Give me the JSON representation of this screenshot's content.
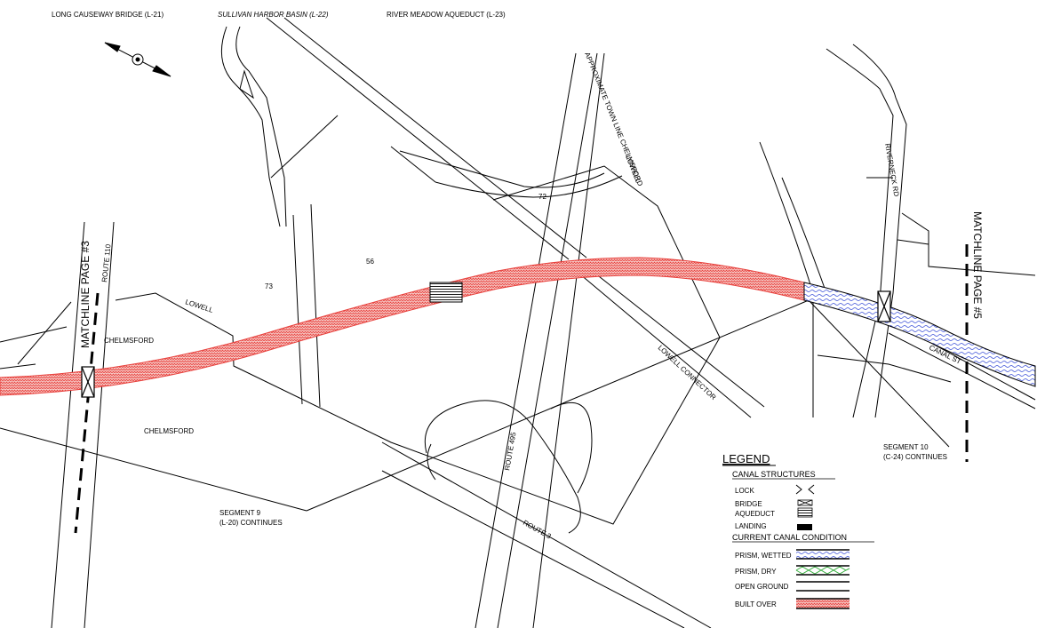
{
  "header": {
    "ref1": "LONG CAUSEWAY BRIDGE (L-21)",
    "ref2": "SULLIVAN HARBOR BASIN (L-22)",
    "ref3": "RIVER MEADOW AQUEDUCT (L-23)"
  },
  "map": {
    "matchline_left": "MATCHLINE PAGE #3",
    "matchline_right": "MATCHLINE PAGE #5",
    "route_110": "ROUTE 110",
    "route_495": "ROUTE 495",
    "route_3": "ROUTE 3",
    "riverneck_rd": "RIVERNECK RD",
    "canal_st": "CANAL ST",
    "lowell_connector": "LOWELL CONNECTOR",
    "town_line_1": "APPROXIMATE TOWN LINE CHELMSFORD",
    "town_line_2": "LOWELL",
    "town_chelmsford_1": "CHELMSFORD",
    "town_chelmsford_2": "CHELMSFORD",
    "town_lowell": "LOWELL",
    "parcel_73": "73",
    "parcel_56": "56",
    "parcel_72": "72",
    "seg9_line1": "SEGMENT 9",
    "seg9_line2": "(L-20) CONTINUES",
    "seg10_line1": "SEGMENT 10",
    "seg10_line2": "(C-24) CONTINUES"
  },
  "legend": {
    "title": "LEGEND",
    "structures_heading": "CANAL STRUCTURES",
    "lock": "LOCK",
    "bridge": "BRIDGE",
    "aqueduct": "AQUEDUCT",
    "landing": "LANDING",
    "condition_heading": "CURRENT CANAL CONDITION",
    "prism_wetted": "PRISM, WETTED",
    "prism_dry": "PRISM, DRY",
    "open_ground": "OPEN GROUND",
    "built_over": "BUILT OVER"
  },
  "colors": {
    "built_over": "#e8403c",
    "built_over_fill": "#f6c9c6",
    "wetted": "#3a4fd8",
    "dry": "#3cb043",
    "line": "#000000"
  },
  "icons": [
    "north-arrow-icon",
    "lock-symbol-icon",
    "bridge-symbol-icon",
    "aqueduct-symbol-icon",
    "landing-symbol-icon"
  ]
}
